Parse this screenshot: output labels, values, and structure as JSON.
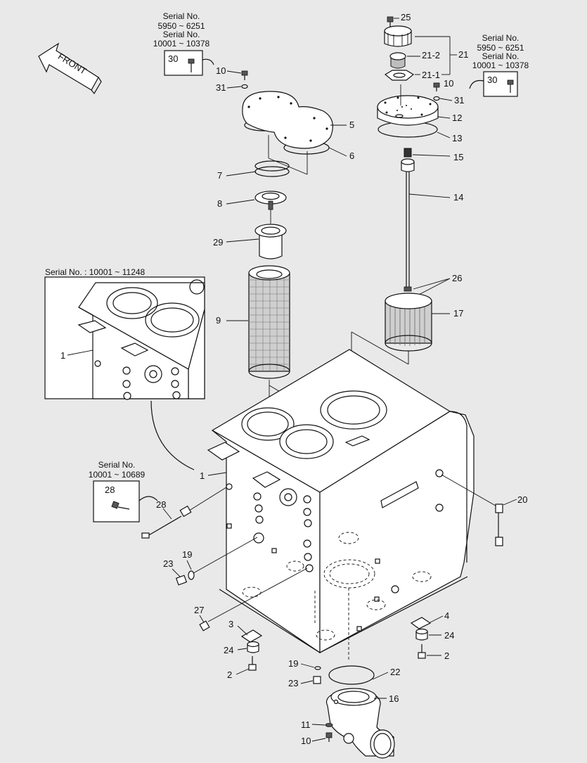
{
  "front_label": "FRONT",
  "serial_notes": {
    "top_left": {
      "l1": "Serial No.",
      "l2": "5950 ~ 6251",
      "l3": "Serial No.",
      "l4": "10001 ~ 10378",
      "part": "30"
    },
    "top_right": {
      "l1": "Serial No.",
      "l2": "5950 ~ 6251",
      "l3": "Serial No.",
      "l4": "10001 ~ 10378",
      "part": "30"
    },
    "inset": "Serial No. : 10001 ~ 11248",
    "sensor": {
      "l1": "Serial No.",
      "l2": "10001 ~ 10689",
      "part": "28"
    }
  },
  "callouts": {
    "c25": "25",
    "c21_2": "21-2",
    "c21": "21",
    "c21_1": "21-1",
    "c10a": "10",
    "c31a": "31",
    "c10b": "10",
    "c31b": "31",
    "c5": "5",
    "c6": "6",
    "c12": "12",
    "c13": "13",
    "c15": "15",
    "c7": "7",
    "c8": "8",
    "c14": "14",
    "c29": "29",
    "c26": "26",
    "c9": "9",
    "c17": "17",
    "c1a": "1",
    "c1b": "1",
    "c28": "28",
    "c20": "20",
    "c23a": "23",
    "c19a": "19",
    "c27": "27",
    "c3": "3",
    "c4": "4",
    "c24a": "24",
    "c24b": "24",
    "c2a": "2",
    "c2b": "2",
    "c19b": "19",
    "c23b": "23",
    "c22": "22",
    "c16": "16",
    "c11": "11",
    "c10c": "10"
  }
}
